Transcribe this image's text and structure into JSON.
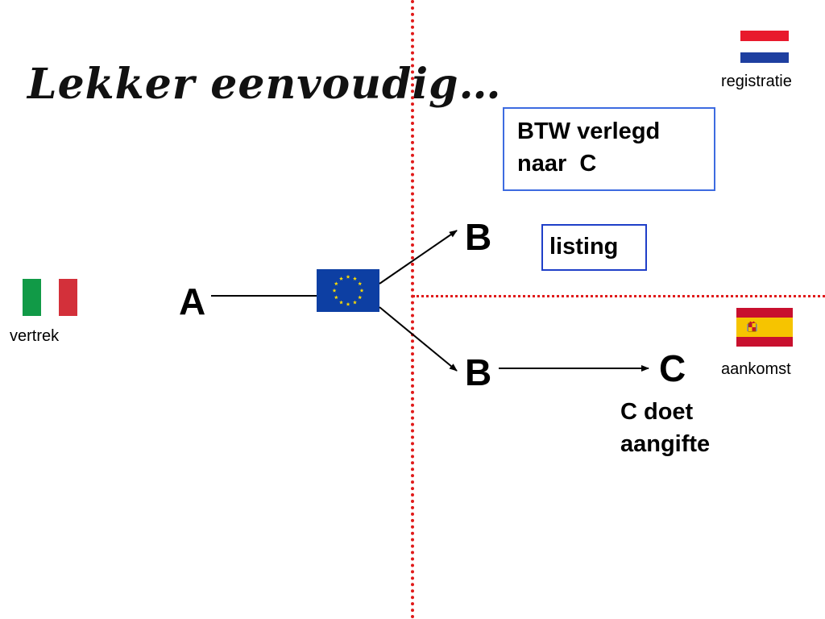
{
  "title": "Lekker eenvoudig…",
  "labels": {
    "registratie": "registratie",
    "vertrek": "vertrek",
    "aankomst": "aankomst"
  },
  "nodes": {
    "a": "A",
    "b_top": "B",
    "b_bottom": "B",
    "c": "C"
  },
  "boxes": {
    "btw": "BTW verlegd\nnaar  C",
    "listing": "listing"
  },
  "c_note": "C doet\naangifte",
  "colors": {
    "divider": "#e01a1a",
    "box_border": "#3d6be0",
    "eu_blue": "#0d3fa3",
    "eu_star": "#ffdd00"
  },
  "flags": {
    "netherlands": [
      "#e8192c",
      "#ffffff",
      "#1e3fa0"
    ],
    "italy": [
      "#119a47",
      "#ffffff",
      "#d3303a"
    ],
    "spain": [
      "#c8102e",
      "#f6c400",
      "#c8102e"
    ],
    "eu": "eu-flag-icon"
  }
}
